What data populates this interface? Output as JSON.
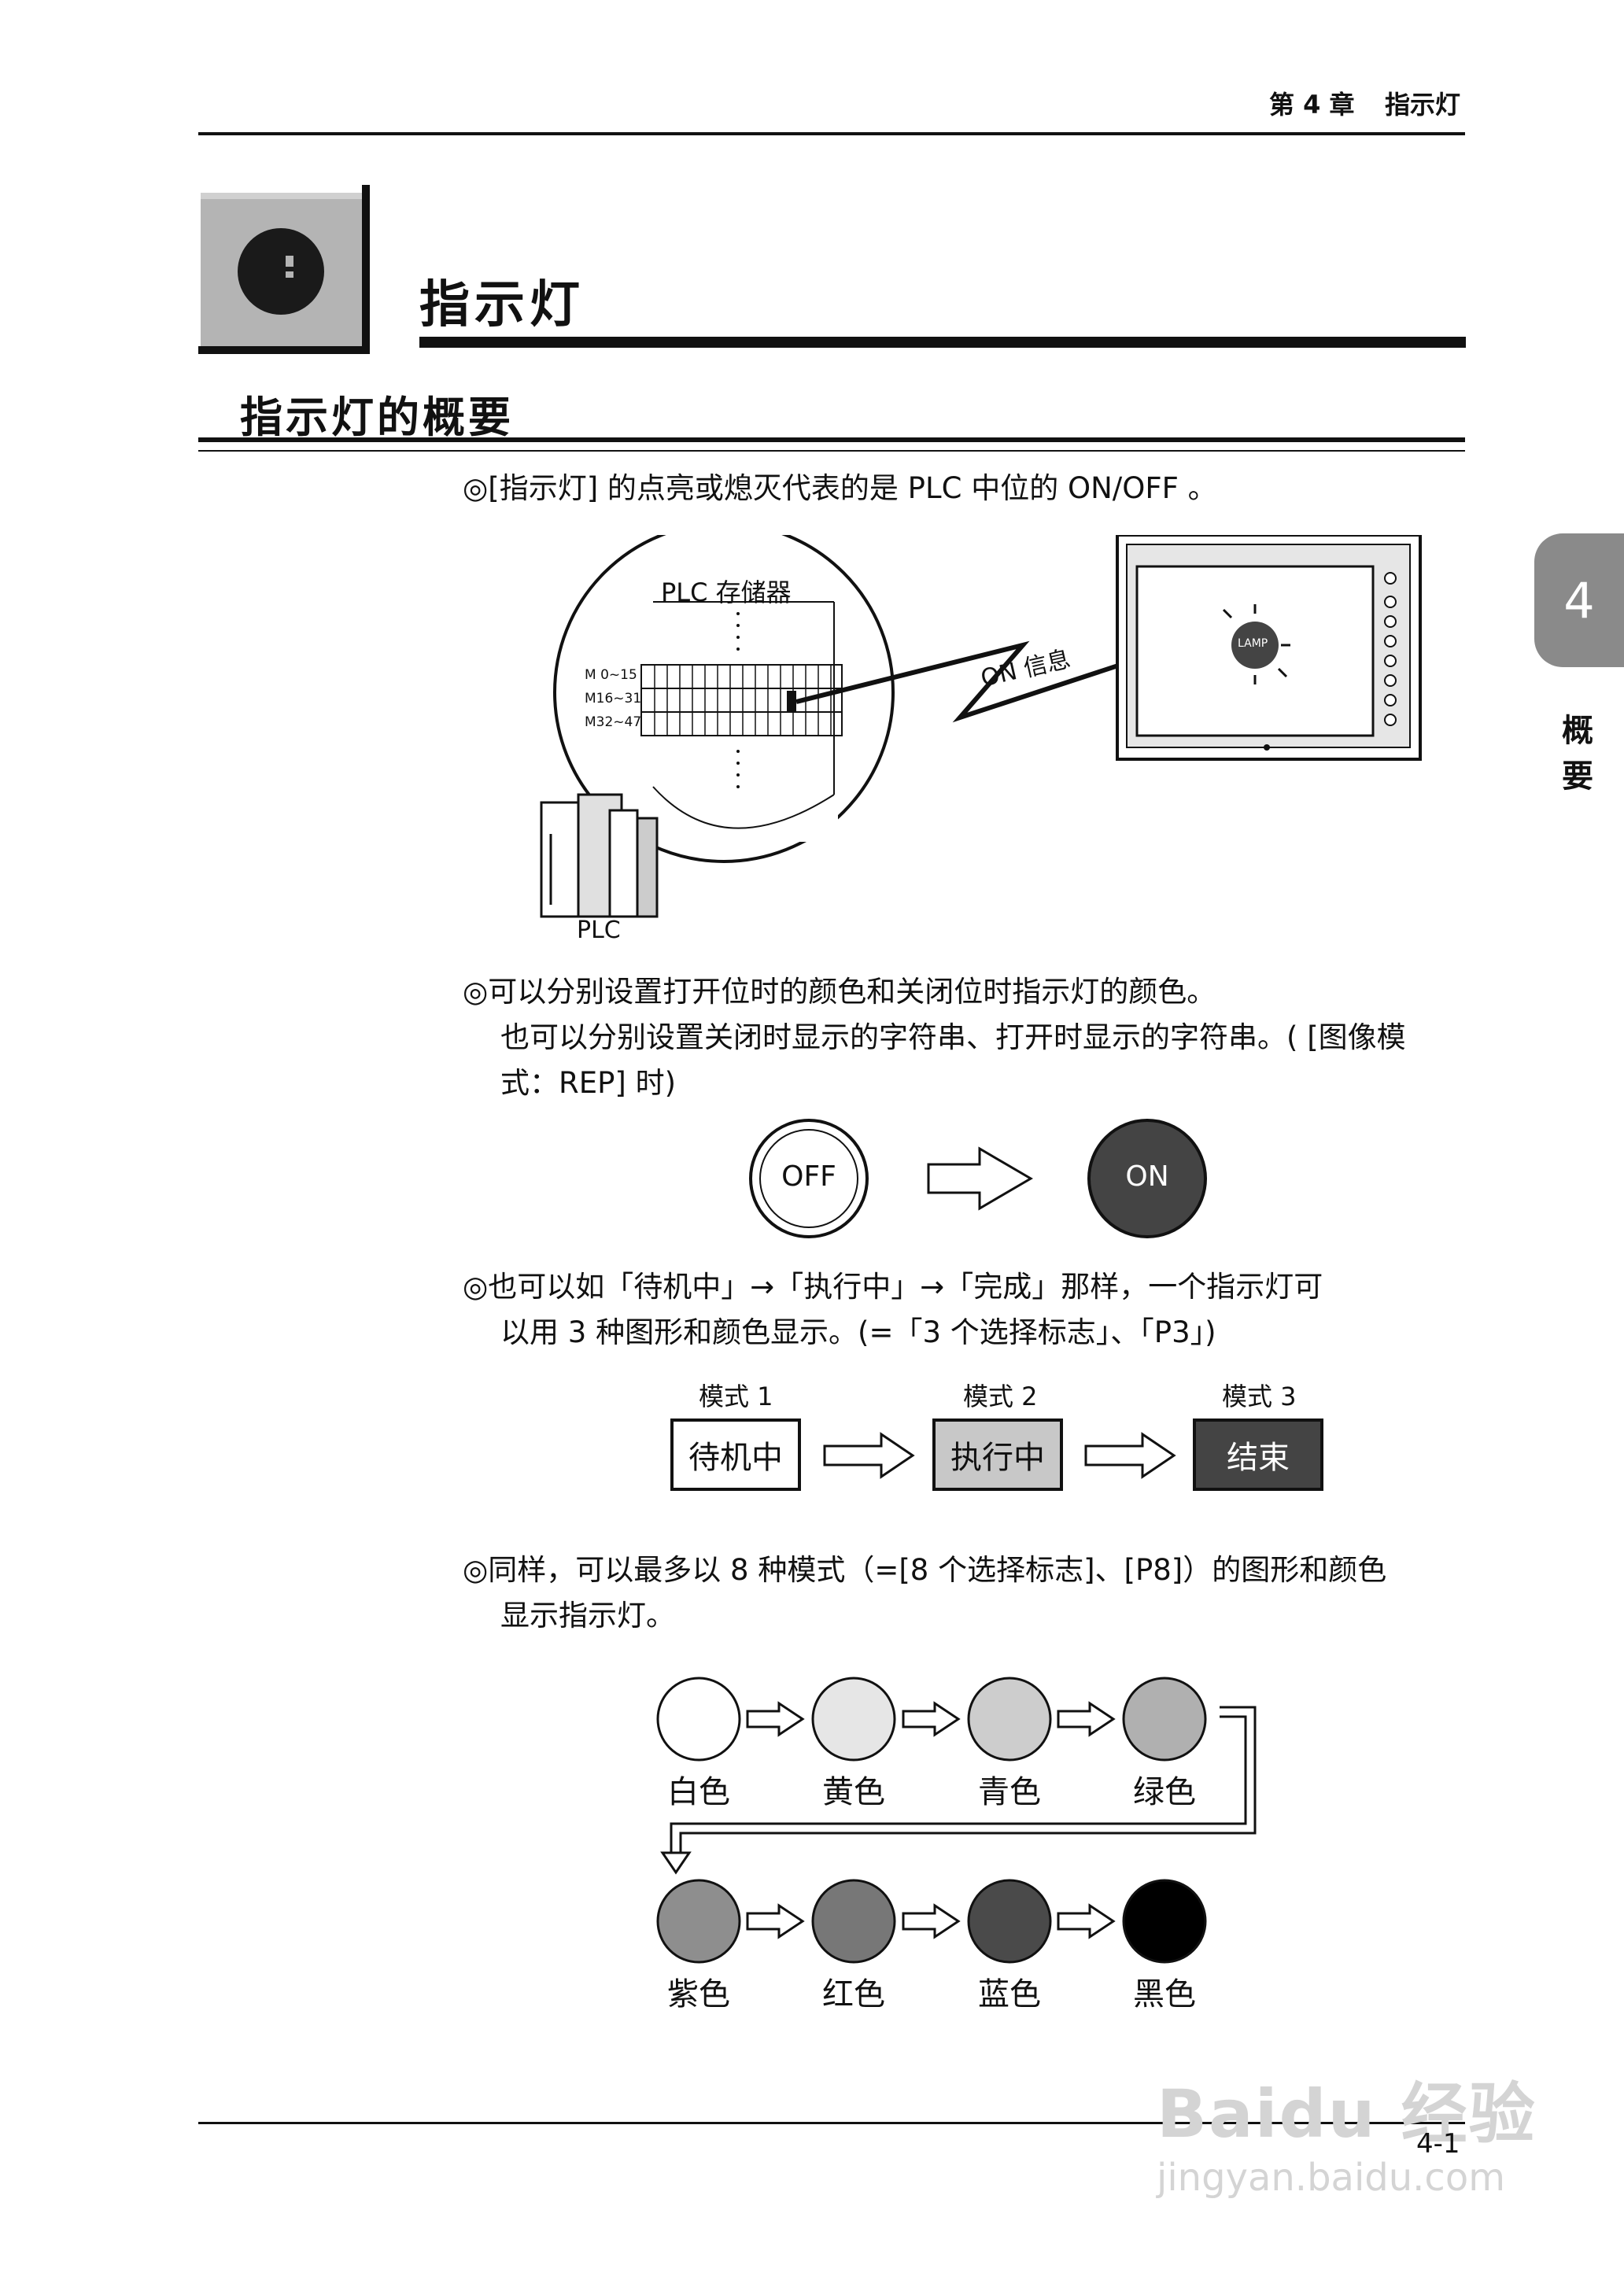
{
  "header": {
    "chapter": "第 4 章",
    "section": "指示灯"
  },
  "chapter_title": "指示灯",
  "section_title": "指示灯的概要",
  "side_tab": {
    "number": "4",
    "label_line1": "概",
    "label_line2": "要"
  },
  "para1": "◎[指示灯] 的点亮或熄灭代表的是 PLC 中位的 ON/OFF 。",
  "diagram1": {
    "memory_title": "PLC 存储器",
    "rows": [
      "M 0~15",
      "M16~31",
      "M32~47"
    ],
    "plc_label": "PLC",
    "signal_label": "ON 信息",
    "lamp_label": "LAMP"
  },
  "para2": {
    "line1": "◎可以分别设置打开位时的颜色和关闭位时指示灯的颜色。",
    "line2": "也可以分别设置关闭时显示的字符串、打开时显示的字符串。( [图像模",
    "line3": "式：REP] 时)"
  },
  "onoff": {
    "off": "OFF",
    "on": "ON"
  },
  "para3": {
    "line1": "◎也可以如「待机中」→「执行中」→「完成」那样，一个指示灯可",
    "line2": "以用 3 种图形和颜色显示。(=「3 个选择标志」、「P3」)"
  },
  "modes": [
    {
      "label": "模式 1",
      "text": "待机中"
    },
    {
      "label": "模式 2",
      "text": "执行中"
    },
    {
      "label": "模式 3",
      "text": "结束"
    }
  ],
  "para4": {
    "line1": "◎同样，可以最多以 8 种模式（=[8 个选择标志]、[P8]）的图形和颜色",
    "line2": "显示指示灯。"
  },
  "colors_row1": [
    {
      "name": "白色",
      "fill": "#ffffff"
    },
    {
      "name": "黄色",
      "fill": "#e6e6e6"
    },
    {
      "name": "青色",
      "fill": "#cdcdcd"
    },
    {
      "name": "绿色",
      "fill": "#b0b0b0"
    }
  ],
  "colors_row2": [
    {
      "name": "紫色",
      "fill": "#8e8e8e"
    },
    {
      "name": "红色",
      "fill": "#777777"
    },
    {
      "name": "蓝色",
      "fill": "#4a4a4a"
    },
    {
      "name": "黑色",
      "fill": "#000000"
    }
  ],
  "page_number": "4-1",
  "watermark": {
    "brand": "Baidu 经验",
    "url": "jingyan.baidu.com"
  }
}
